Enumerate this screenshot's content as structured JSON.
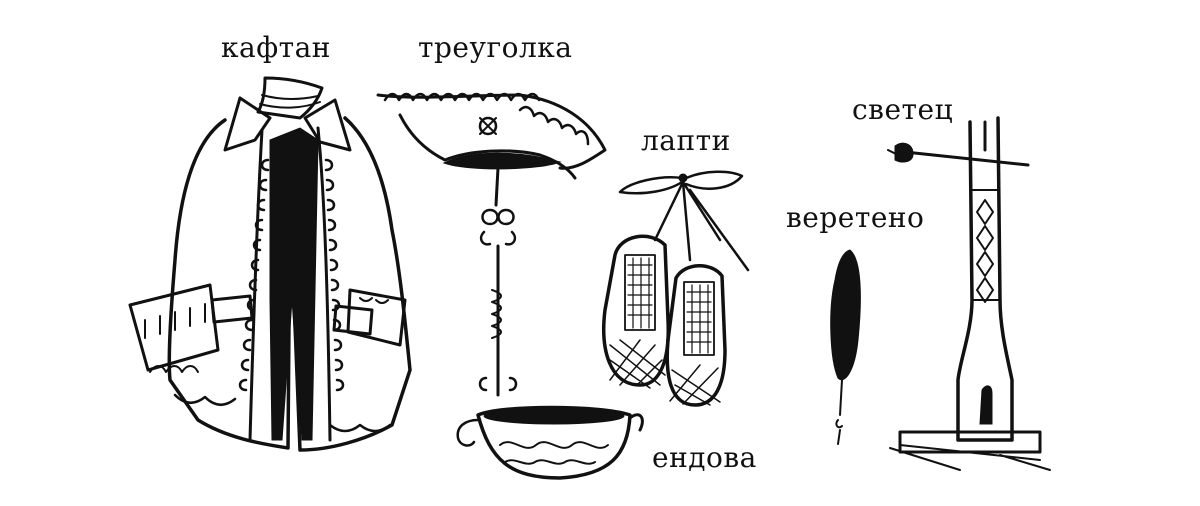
{
  "labels": {
    "caftan": "кафтан",
    "tricorne": "треуголка",
    "lapti": "лапти",
    "spindle": "веретено",
    "svetets": "светец",
    "endova": "ендова"
  },
  "colors": {
    "ink": "#111111",
    "background": "#ffffff"
  }
}
